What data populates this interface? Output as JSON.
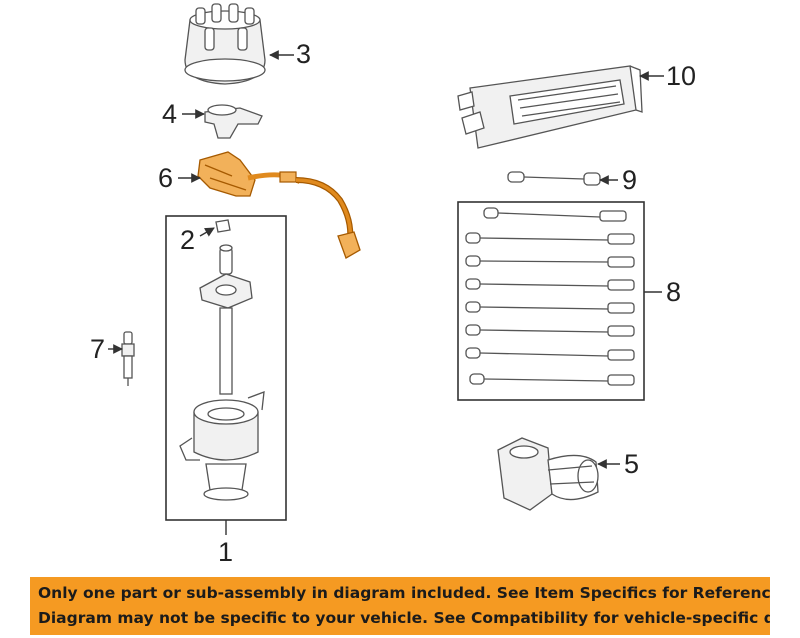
{
  "callouts": {
    "c1": "1",
    "c2": "2",
    "c3": "3",
    "c4": "4",
    "c5": "5",
    "c6": "6",
    "c7": "7",
    "c8": "8",
    "c9": "9",
    "c10": "10"
  },
  "banner": {
    "line1": "Only one part or sub-assembly in diagram included. See Item Specifics for Reference #.",
    "line2": "Diagram may not be specific to your vehicle. See Compatibility for vehicle-specific diagrams."
  },
  "colors": {
    "banner_bg": "#f59a22",
    "highlight_part": "#e08a1e"
  },
  "highlighted_part": "6"
}
